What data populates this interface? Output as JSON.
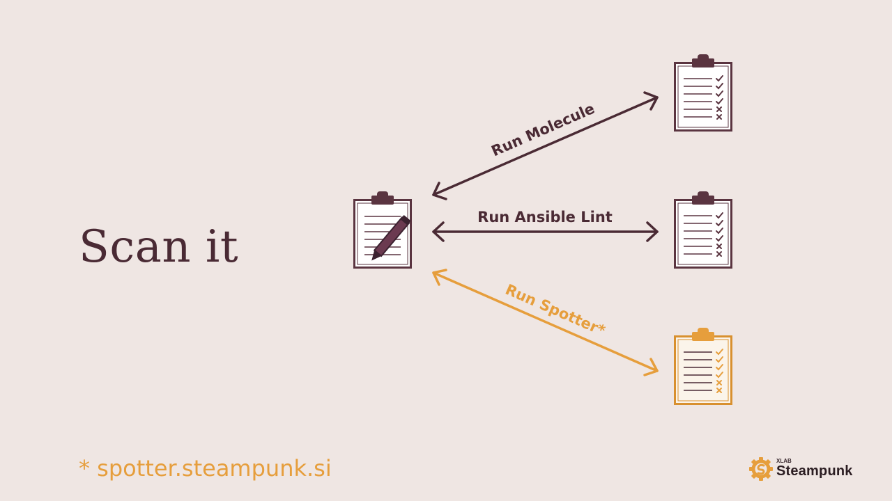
{
  "slide": {
    "title": "Scan it",
    "footnote": "* spotter.steampunk.si"
  },
  "arrows": {
    "molecule": "Run Molecule",
    "lint": "Run Ansible Lint",
    "spotter": "Run Spotter*"
  },
  "logo": {
    "sup": "XLAB",
    "name": "Steampunk"
  },
  "colors": {
    "background": "#efe6e3",
    "primary": "#4a2a34",
    "accent": "#e69e3c"
  },
  "icons": {
    "source": "clipboard-pencil-icon",
    "results": "clipboard-checklist-icon"
  }
}
